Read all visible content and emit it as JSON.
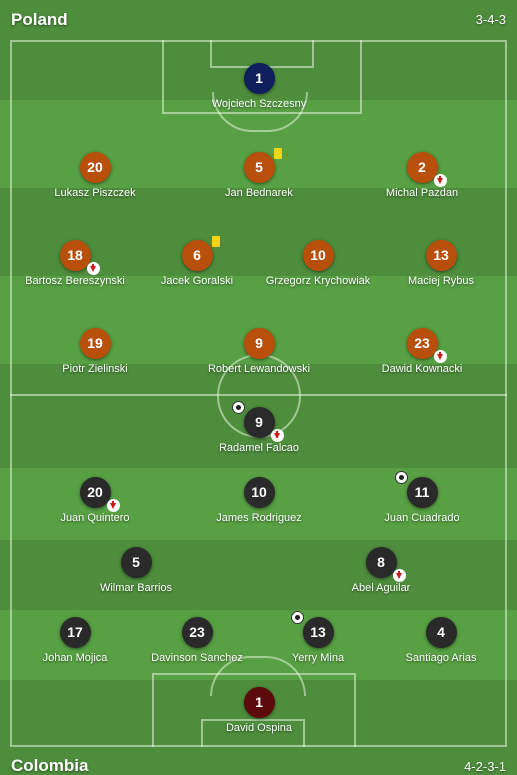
{
  "colors": {
    "home_kit": "#b8500c",
    "home_keeper": "#0f1f5c",
    "away_kit": "#2a2a2a",
    "away_keeper": "#5c0a0a"
  },
  "home": {
    "name": "Poland",
    "formation": "3-4-3",
    "goalkeeper": {
      "number": "1",
      "name": "Wojciech Szczesny"
    },
    "defenders": [
      {
        "number": "20",
        "name": "Lukasz Piszczek"
      },
      {
        "number": "5",
        "name": "Jan Bednarek",
        "event": "yellow-card-icon"
      },
      {
        "number": "2",
        "name": "Michal Pazdan",
        "event": "substitution-out-icon"
      }
    ],
    "midfielders": [
      {
        "number": "18",
        "name": "Bartosz Bereszynski",
        "event": "substitution-out-icon"
      },
      {
        "number": "6",
        "name": "Jacek Goralski",
        "event": "yellow-card-icon"
      },
      {
        "number": "10",
        "name": "Grzegorz Krychowiak"
      },
      {
        "number": "13",
        "name": "Maciej Rybus"
      }
    ],
    "forwards": [
      {
        "number": "19",
        "name": "Piotr Zielinski"
      },
      {
        "number": "9",
        "name": "Robert Lewandowski"
      },
      {
        "number": "23",
        "name": "Dawid Kownacki",
        "event": "substitution-out-icon"
      }
    ]
  },
  "away": {
    "name": "Colombia",
    "formation": "4-2-3-1",
    "striker": {
      "number": "9",
      "name": "Radamel Falcao",
      "events": [
        "goal-ball-icon",
        "substitution-out-icon"
      ]
    },
    "attacking_mid": [
      {
        "number": "20",
        "name": "Juan Quintero",
        "event": "substitution-out-icon"
      },
      {
        "number": "10",
        "name": "James Rodriguez"
      },
      {
        "number": "11",
        "name": "Juan Cuadrado",
        "event": "goal-ball-icon"
      }
    ],
    "defensive_mid": [
      {
        "number": "5",
        "name": "Wilmar Barrios"
      },
      {
        "number": "8",
        "name": "Abel Aguilar",
        "event": "substitution-out-icon"
      }
    ],
    "defenders": [
      {
        "number": "17",
        "name": "Johan Mojica"
      },
      {
        "number": "23",
        "name": "Davinson Sanchez"
      },
      {
        "number": "13",
        "name": "Yerry Mina",
        "event": "goal-ball-icon"
      },
      {
        "number": "4",
        "name": "Santiago Arias"
      }
    ],
    "goalkeeper": {
      "number": "1",
      "name": "David Ospina"
    }
  }
}
